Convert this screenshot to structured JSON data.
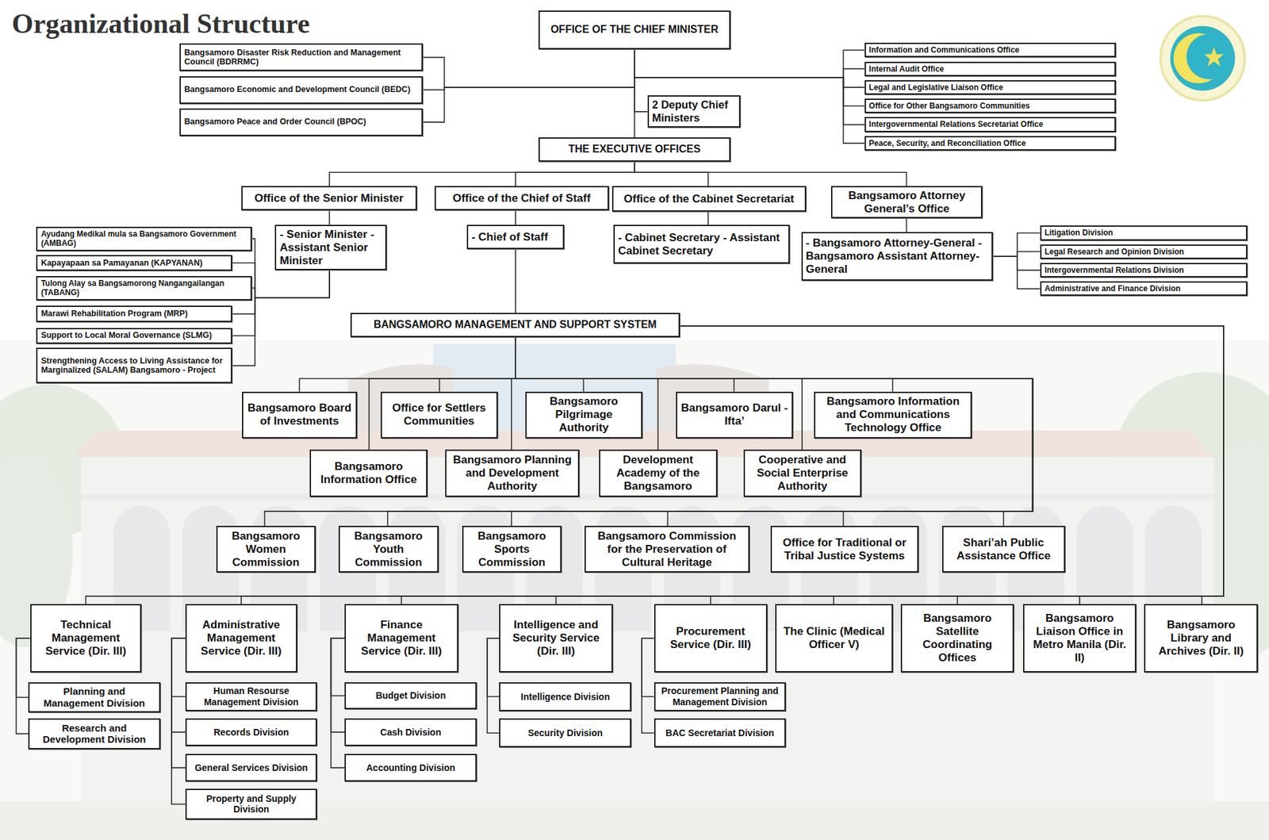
{
  "diagram": {
    "title": "Organizational Structure",
    "nodes": [
      {
        "text": [
          "OFFICE OF THE CHIEF MINISTER"
        ]
      },
      {
        "text": [
          "Bangsamoro Disaster Risk Reduction and Management Council (BDRRMC)"
        ]
      },
      {
        "text": [
          "Bangsamoro Economic and Development Council (BEDC)"
        ]
      },
      {
        "text": [
          "Bangsamoro Peace and Order Council (BPOC)"
        ]
      },
      {
        "text": [
          "Information and Communications Office"
        ]
      },
      {
        "text": [
          "Internal Audit Office"
        ]
      },
      {
        "text": [
          "Legal and Legislative Liaison Office"
        ]
      },
      {
        "text": [
          "Office for Other Bangsamoro Communities"
        ]
      },
      {
        "text": [
          "Intergovernmental Relations Secretariat Office"
        ]
      },
      {
        "text": [
          "Peace, Security, and Reconciliation Office"
        ]
      },
      {
        "text": [
          "2 Deputy Chief Ministers"
        ]
      },
      {
        "text": [
          "THE EXECUTIVE OFFICES"
        ]
      },
      {
        "text": [
          "Office of the Senior Minister"
        ]
      },
      {
        "text": [
          "Office of the Chief of Staff"
        ]
      },
      {
        "text": [
          "Office of the Cabinet Secretariat"
        ]
      },
      {
        "text": [
          "Bangsamoro Attorney General’s Office"
        ]
      },
      {
        "text": [
          "- Senior Minister -Assistant Senior Minister"
        ]
      },
      {
        "text": [
          "- Chief of Staff"
        ]
      },
      {
        "text": [
          "- Cabinet Secretary - Assistant Cabinet Secretary"
        ]
      },
      {
        "text": [
          "- Bangsamoro Attorney-General - Bangsamoro Assistant Attorney-General"
        ]
      },
      {
        "text": [
          "Ayudang Medikal mula sa Bangsamoro Government (AMBAG)"
        ]
      },
      {
        "text": [
          "Kapayapaan sa Pamayanan (KAPYANAN)"
        ]
      },
      {
        "text": [
          "Tulong Alay sa Bangsamorong Nangangailangan (TABANG)"
        ]
      },
      {
        "text": [
          "Marawi Rehabilitation Program (MRP)"
        ]
      },
      {
        "text": [
          "Support to Local Moral Governance (SLMG)"
        ]
      },
      {
        "text": [
          "Strengthening Access to Living Assistance for Marginalized (SALAM) Bangsamoro - Project"
        ]
      },
      {
        "text": [
          "Litigation Division"
        ]
      },
      {
        "text": [
          "Legal Research and Opinion Division"
        ]
      },
      {
        "text": [
          "Intergovernmental Relations Division"
        ]
      },
      {
        "text": [
          "Administrative and Finance Division"
        ]
      },
      {
        "text": [
          "BANGSAMORO MANAGEMENT AND SUPPORT SYSTEM"
        ]
      },
      {
        "text": [
          "Bangsamoro Board of Investments"
        ]
      },
      {
        "text": [
          "Office for Settlers Communities"
        ]
      },
      {
        "text": [
          "Bangsamoro Pilgrimage Authority"
        ]
      },
      {
        "text": [
          "Bangsamoro Darul - Ifta’"
        ]
      },
      {
        "text": [
          "Bangsamoro Information and Communications Technology Office"
        ]
      },
      {
        "text": [
          "Bangsamoro Information Office"
        ]
      },
      {
        "text": [
          "Bangsamoro Planning and Development Authority"
        ]
      },
      {
        "text": [
          "Development Academy of the Bangsamoro"
        ]
      },
      {
        "text": [
          "Cooperative and Social Enterprise Authority"
        ]
      },
      {
        "text": [
          "Bangsamoro Women Commission"
        ]
      },
      {
        "text": [
          "Bangsamoro Youth Commission"
        ]
      },
      {
        "text": [
          "Bangsamoro Sports Commission"
        ]
      },
      {
        "text": [
          "Bangsamoro Commission for the Preservation of Cultural Heritage"
        ]
      },
      {
        "text": [
          "Office for Traditional or Tribal Justice Systems"
        ]
      },
      {
        "text": [
          "Shari’ah Public Assistance Office"
        ]
      },
      {
        "text": [
          "Technical Management Service (Dir. III)"
        ]
      },
      {
        "text": [
          "Administrative Management Service (Dir. III)"
        ]
      },
      {
        "text": [
          "Finance Management Service (Dir. III)"
        ]
      },
      {
        "text": [
          "Intelligence and Security Service (Dir. III)"
        ]
      },
      {
        "text": [
          "Procurement Service (Dir. III)"
        ]
      },
      {
        "text": [
          "The Clinic (Medical Officer V)"
        ]
      },
      {
        "text": [
          "Bangsamoro Satellite Coordinating Offices"
        ]
      },
      {
        "text": [
          "Bangsamoro Liaison Office in Metro Manila (Dir. II)"
        ]
      },
      {
        "text": [
          "Bangsamoro Library and Archives (Dir. II)"
        ]
      },
      {
        "text": [
          "Planning and Management Division"
        ]
      },
      {
        "text": [
          "Research and Development Division"
        ]
      },
      {
        "text": [
          "Human Resourse Management Division"
        ]
      },
      {
        "text": [
          "Records Division"
        ]
      },
      {
        "text": [
          "General Services Division"
        ]
      },
      {
        "text": [
          "Property and Supply Division"
        ]
      },
      {
        "text": [
          "Budget Division"
        ]
      },
      {
        "text": [
          "Cash Division"
        ]
      },
      {
        "text": [
          "Accounting Division"
        ]
      },
      {
        "text": [
          "Intelligence Division"
        ]
      },
      {
        "text": [
          "Security Division"
        ]
      },
      {
        "text": [
          "Procurement Planning and Management Division"
        ]
      },
      {
        "text": [
          "BAC Secretariat Division"
        ]
      }
    ],
    "edges": [
      {
        "from": 0,
        "to": 1,
        "arrow": "none"
      },
      {
        "from": 0,
        "to": 2,
        "arrow": "none"
      },
      {
        "from": 0,
        "to": 3,
        "arrow": "none"
      },
      {
        "from": 0,
        "to": 4,
        "arrow": "none"
      },
      {
        "from": 0,
        "to": 5,
        "arrow": "none"
      },
      {
        "from": 0,
        "to": 6,
        "arrow": "none"
      },
      {
        "from": 0,
        "to": 7,
        "arrow": "none"
      },
      {
        "from": 0,
        "to": 8,
        "arrow": "none"
      },
      {
        "from": 0,
        "to": 9,
        "arrow": "none"
      },
      {
        "from": 0,
        "to": 10,
        "arrow": "none"
      },
      {
        "from": 0,
        "to": 11,
        "arrow": "none"
      },
      {
        "from": 11,
        "to": 12,
        "arrow": "none"
      },
      {
        "from": 11,
        "to": 13,
        "arrow": "none"
      },
      {
        "from": 11,
        "to": 14,
        "arrow": "none"
      },
      {
        "from": 11,
        "to": 15,
        "arrow": "none"
      },
      {
        "from": 12,
        "to": 16,
        "arrow": "none"
      },
      {
        "from": 13,
        "to": 17,
        "arrow": "none"
      },
      {
        "from": 14,
        "to": 18,
        "arrow": "none"
      },
      {
        "from": 15,
        "to": 19,
        "arrow": "none"
      },
      {
        "from": 16,
        "to": 20,
        "arrow": "none"
      },
      {
        "from": 16,
        "to": 21,
        "arrow": "none"
      },
      {
        "from": 16,
        "to": 22,
        "arrow": "none"
      },
      {
        "from": 16,
        "to": 23,
        "arrow": "none"
      },
      {
        "from": 16,
        "to": 24,
        "arrow": "none"
      },
      {
        "from": 16,
        "to": 25,
        "arrow": "none"
      },
      {
        "from": 19,
        "to": 26,
        "arrow": "none"
      },
      {
        "from": 19,
        "to": 27,
        "arrow": "none"
      },
      {
        "from": 19,
        "to": 28,
        "arrow": "none"
      },
      {
        "from": 19,
        "to": 29,
        "arrow": "none"
      },
      {
        "from": 17,
        "to": 30,
        "arrow": "none"
      },
      {
        "from": 30,
        "to": 31,
        "arrow": "none"
      },
      {
        "from": 30,
        "to": 32,
        "arrow": "none"
      },
      {
        "from": 30,
        "to": 33,
        "arrow": "none"
      },
      {
        "from": 30,
        "to": 34,
        "arrow": "none"
      },
      {
        "from": 30,
        "to": 35,
        "arrow": "none"
      },
      {
        "from": 30,
        "to": 36,
        "arrow": "none"
      },
      {
        "from": 30,
        "to": 37,
        "arrow": "none"
      },
      {
        "from": 30,
        "to": 38,
        "arrow": "none"
      },
      {
        "from": 30,
        "to": 39,
        "arrow": "none"
      },
      {
        "from": 30,
        "to": 40,
        "arrow": "none"
      },
      {
        "from": 30,
        "to": 41,
        "arrow": "none"
      },
      {
        "from": 30,
        "to": 42,
        "arrow": "none"
      },
      {
        "from": 30,
        "to": 43,
        "arrow": "none"
      },
      {
        "from": 30,
        "to": 44,
        "arrow": "none"
      },
      {
        "from": 30,
        "to": 45,
        "arrow": "none"
      },
      {
        "from": 30,
        "to": 46,
        "arrow": "none"
      },
      {
        "from": 30,
        "to": 47,
        "arrow": "none"
      },
      {
        "from": 30,
        "to": 48,
        "arrow": "none"
      },
      {
        "from": 30,
        "to": 49,
        "arrow": "none"
      },
      {
        "from": 30,
        "to": 50,
        "arrow": "none"
      },
      {
        "from": 30,
        "to": 51,
        "arrow": "none"
      },
      {
        "from": 30,
        "to": 52,
        "arrow": "none"
      },
      {
        "from": 30,
        "to": 53,
        "arrow": "none"
      },
      {
        "from": 30,
        "to": 54,
        "arrow": "none"
      },
      {
        "from": 46,
        "to": 55,
        "arrow": "none"
      },
      {
        "from": 46,
        "to": 56,
        "arrow": "none"
      },
      {
        "from": 47,
        "to": 57,
        "arrow": "none"
      },
      {
        "from": 47,
        "to": 58,
        "arrow": "none"
      },
      {
        "from": 47,
        "to": 59,
        "arrow": "none"
      },
      {
        "from": 47,
        "to": 60,
        "arrow": "none"
      },
      {
        "from": 48,
        "to": 61,
        "arrow": "none"
      },
      {
        "from": 48,
        "to": 62,
        "arrow": "none"
      },
      {
        "from": 48,
        "to": 63,
        "arrow": "none"
      },
      {
        "from": 49,
        "to": 64,
        "arrow": "none"
      },
      {
        "from": 49,
        "to": 65,
        "arrow": "none"
      },
      {
        "from": 50,
        "to": 66,
        "arrow": "none"
      },
      {
        "from": 50,
        "to": 67,
        "arrow": "none"
      }
    ]
  }
}
